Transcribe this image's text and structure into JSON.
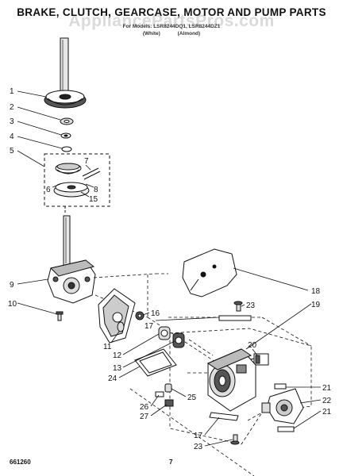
{
  "page": {
    "title": "BRAKE, CLUTCH, GEARCASE, MOTOR AND PUMP PARTS",
    "subtitle_line": "For Models: LSR8244DQ1, LSR8244DZ1",
    "color_labels": [
      "(White)",
      "(Almond)"
    ],
    "watermark": "AppliancePartsPros.com",
    "footer_left": "661260",
    "page_number": "7"
  },
  "diagram": {
    "callouts": {
      "c1": "1",
      "c2": "2",
      "c3": "3",
      "c4": "4",
      "c5": "5",
      "c6": "6",
      "c7": "7",
      "c8": "8",
      "c15": "15",
      "c9": "9",
      "c10": "10",
      "c11": "11",
      "c12": "12",
      "c13": "13",
      "c24": "24",
      "c16": "16",
      "c17a": "17",
      "c18": "18",
      "c19": "19",
      "c23a": "23",
      "c20": "20",
      "c21a": "21",
      "c22": "22",
      "c21b": "21",
      "c25": "25",
      "c26": "26",
      "c27": "27",
      "c17b": "17",
      "c23b": "23"
    }
  }
}
